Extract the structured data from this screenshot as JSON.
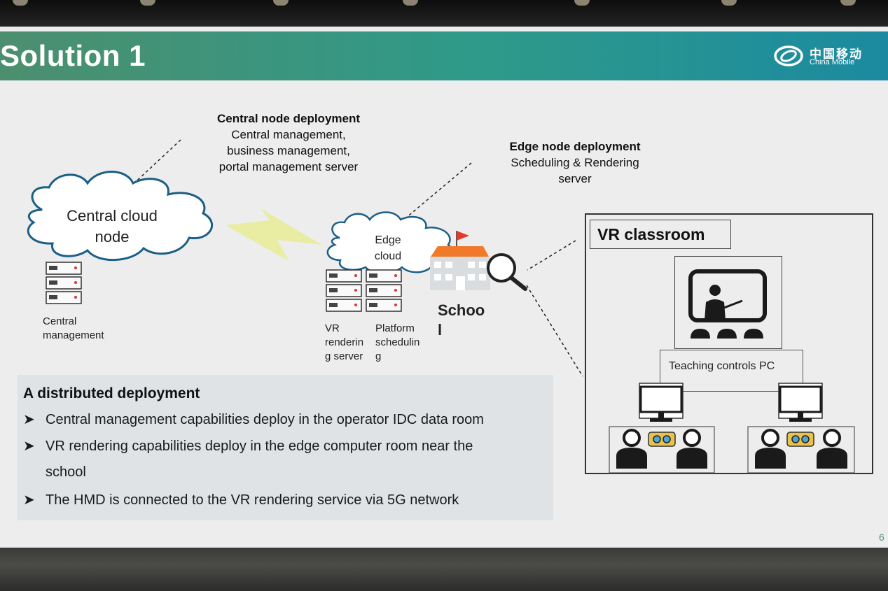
{
  "header": {
    "title": "Solution 1",
    "brand_cn": "中国移动",
    "brand_en": "China Mobile"
  },
  "colors": {
    "header_gradient_start": "#4c8f6e",
    "header_gradient_end": "#1b8aa0",
    "cloud_stroke": "#1c5f86",
    "lightning": "#e8ec9a",
    "school_roof": "#f07a2a",
    "flag": "#e23b2a",
    "page_number": "#5b8f86"
  },
  "diagram": {
    "central_deployment": {
      "heading": "Central node deployment",
      "lines": [
        "Central management,",
        "business management,",
        "portal management server"
      ]
    },
    "edge_deployment": {
      "heading": "Edge node deployment",
      "lines": [
        "Scheduling & Rendering",
        "server"
      ]
    },
    "central_cloud": {
      "line1": "Central cloud",
      "line2": "node"
    },
    "central_server_caption": {
      "line1": "Central",
      "line2": "management"
    },
    "edge_cloud": {
      "line1": "Edge",
      "line2": "cloud"
    },
    "vr_server_caption": {
      "line1": "VR",
      "line2": "renderin",
      "line3": "g server"
    },
    "platform_caption": {
      "line1": "Platform",
      "line2": "schedulin",
      "line3": "g"
    },
    "school_label": {
      "line1": "Schoo",
      "line2": "l"
    },
    "icons": [
      "server-rack-icon",
      "lightning-icon",
      "school-building-icon",
      "magnifier-icon",
      "teacher-board-icon",
      "monitor-icon",
      "student-icon",
      "vr-headset-icon"
    ],
    "vr_classroom": {
      "title": "VR classroom",
      "teaching_label": "Teaching controls PC"
    }
  },
  "bullets": {
    "heading": "A distributed deployment",
    "items": [
      "Central management capabilities deploy in the operator IDC data room",
      "VR rendering capabilities deploy in the edge computer room near the",
      "school",
      "The HMD is connected to the VR rendering service via 5G network"
    ]
  },
  "page_number": "6"
}
